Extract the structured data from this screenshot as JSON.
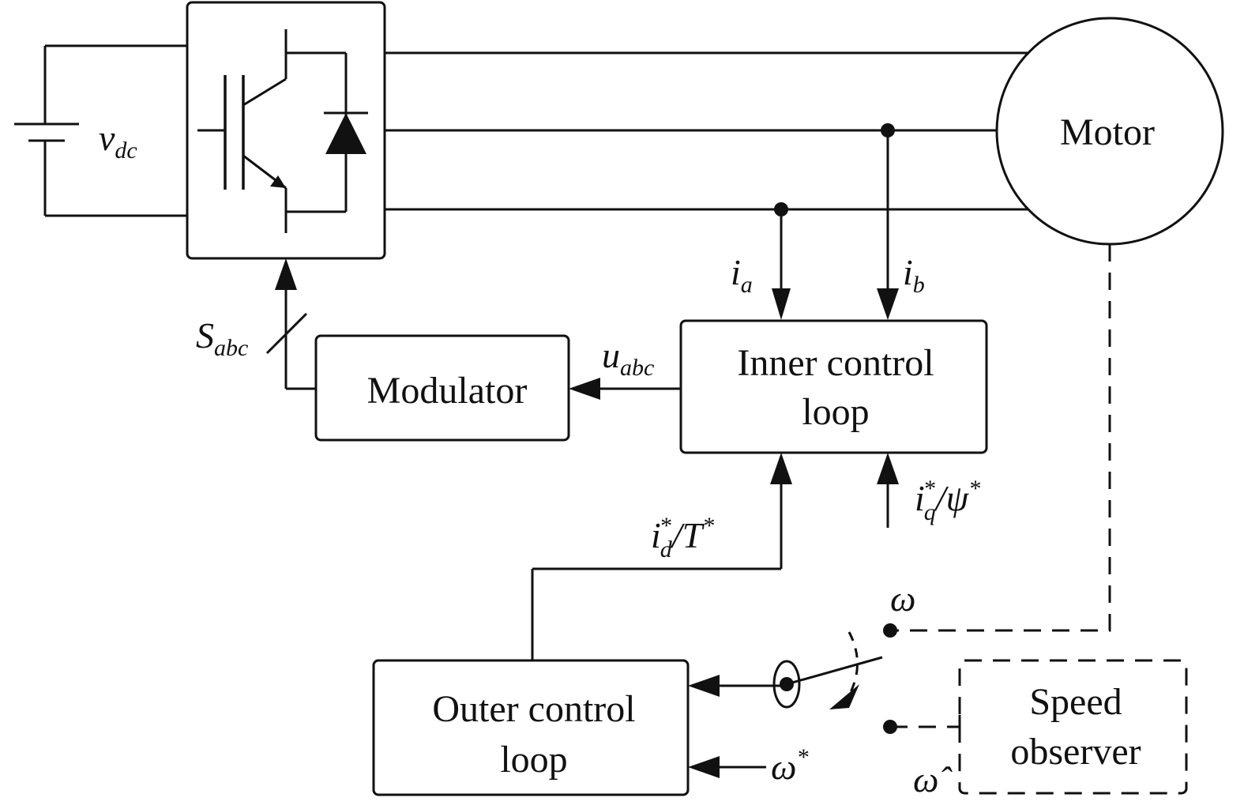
{
  "blocks": {
    "motor": "Motor",
    "modulator": "Modulator",
    "inner_line1": "Inner control",
    "inner_line2": "loop",
    "outer_line1": "Outer control",
    "outer_line2": "loop",
    "observer_line1": "Speed",
    "observer_line2": "observer"
  },
  "signals": {
    "vdc": {
      "base": "v",
      "sub": "dc"
    },
    "sabc": {
      "base": "S",
      "sub": "abc"
    },
    "uabc": {
      "base": "u",
      "sub": "abc"
    },
    "ia": {
      "base": "i",
      "sub": "a"
    },
    "ib": {
      "base": "i",
      "sub": "b"
    },
    "iq_ref": {
      "base": "i",
      "sup": "*",
      "sub": "q",
      "sep": "/",
      "base2": "ψ",
      "sup2": "*"
    },
    "id_ref": {
      "base": "i",
      "sup": "*",
      "sub": "d",
      "sep": "/",
      "base2": "T",
      "sup2": "*"
    },
    "omega": "ω",
    "omega_ref": {
      "base": "ω",
      "sup": "*"
    },
    "omega_hat": "ω̂"
  }
}
